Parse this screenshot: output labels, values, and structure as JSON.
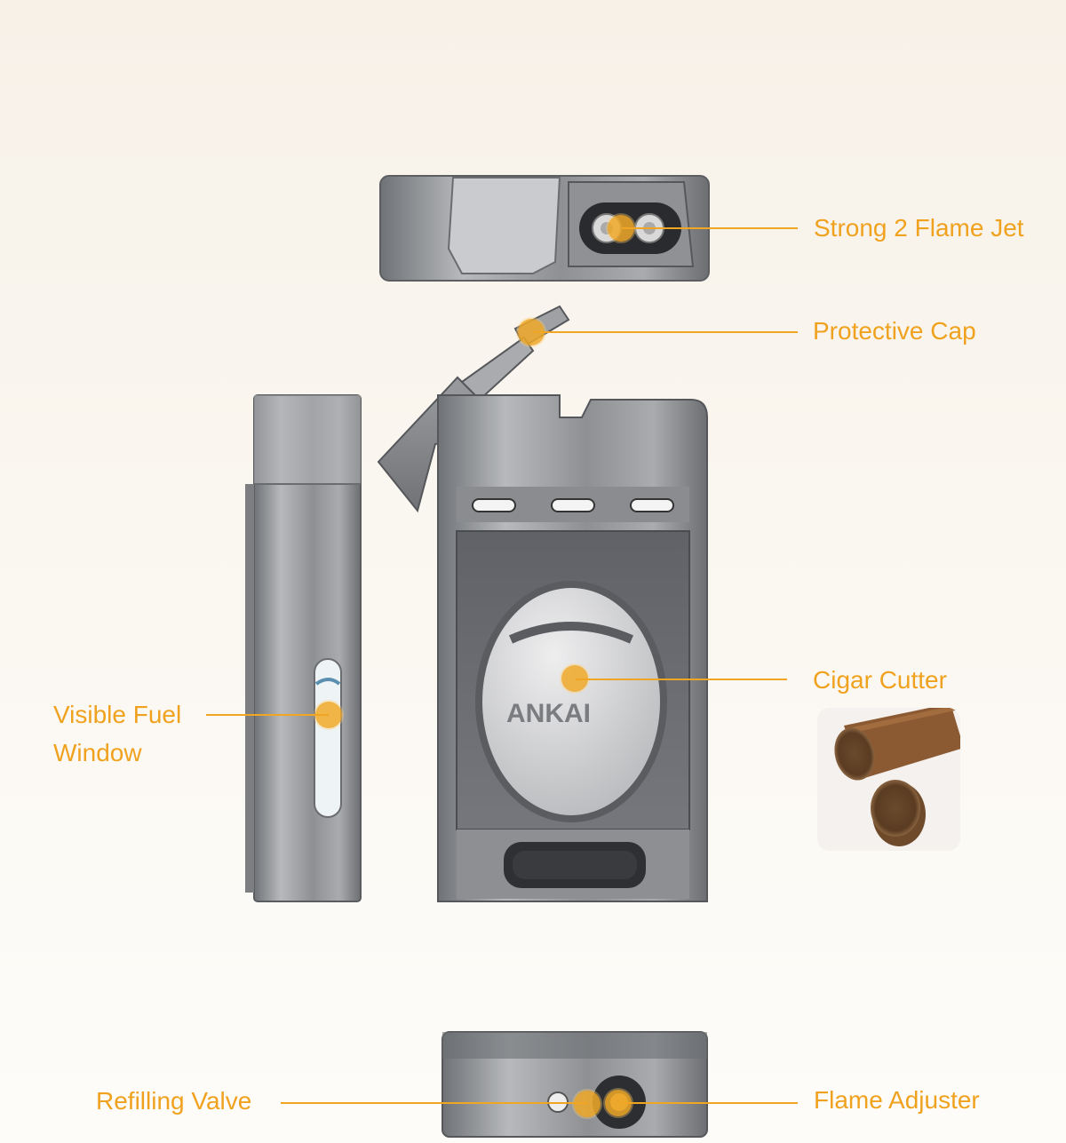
{
  "brand": {
    "logo_text": "ANKAI"
  },
  "callouts": {
    "flame_jet": "Strong 2 Flame Jet",
    "protective_cap": "Protective Cap",
    "cigar_cutter": "Cigar Cutter",
    "fuel_window_line1": "Visible Fuel",
    "fuel_window_line2": "Window",
    "refilling_valve": "Refilling Valve",
    "flame_adjuster": "Flame Adjuster"
  },
  "colors": {
    "accent": "#f0a21f",
    "metal": "#8a8c90",
    "background": "#f8f4ec"
  },
  "icons": [
    "callout-dot",
    "cigar-photo"
  ]
}
